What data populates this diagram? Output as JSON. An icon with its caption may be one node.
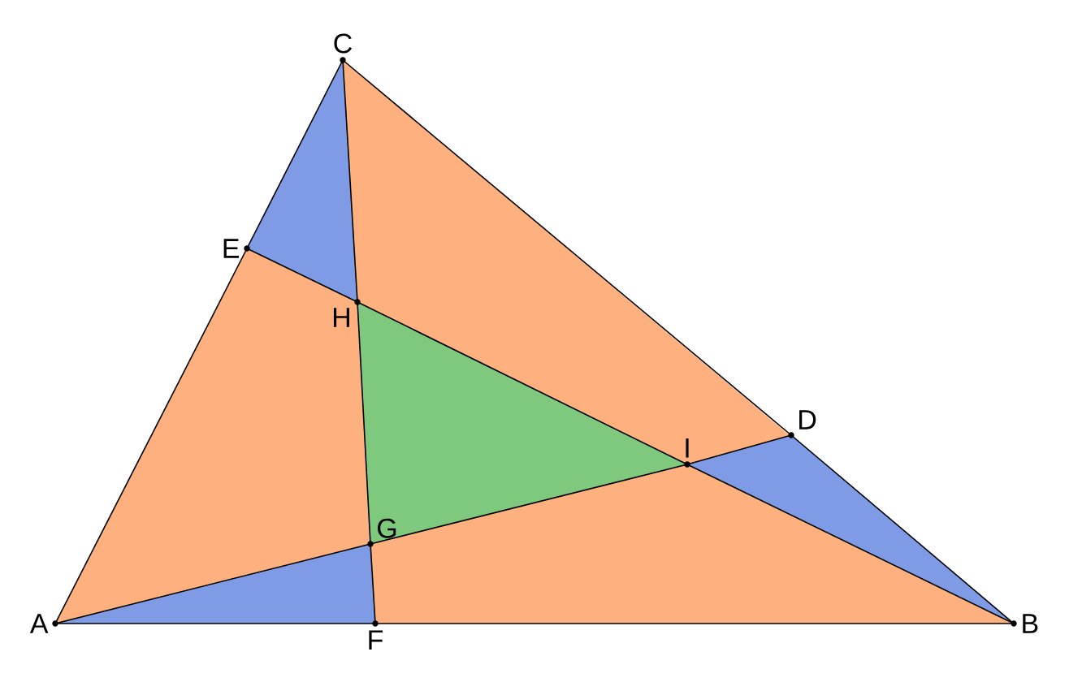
{
  "diagram": {
    "nodes": [
      {
        "text": [
          "A"
        ]
      },
      {
        "text": [
          "B"
        ]
      },
      {
        "text": [
          "C"
        ]
      },
      {
        "text": [
          "D"
        ]
      },
      {
        "text": [
          "E"
        ]
      },
      {
        "text": [
          "F"
        ]
      },
      {
        "text": [
          "G"
        ]
      },
      {
        "text": [
          "H"
        ]
      },
      {
        "text": [
          "I"
        ]
      }
    ],
    "edges": [
      {
        "from": 0,
        "to": 5,
        "arrow": "none"
      },
      {
        "from": 5,
        "to": 1,
        "arrow": "none"
      },
      {
        "from": 1,
        "to": 3,
        "arrow": "none"
      },
      {
        "from": 3,
        "to": 2,
        "arrow": "none"
      },
      {
        "from": 2,
        "to": 4,
        "arrow": "none"
      },
      {
        "from": 4,
        "to": 0,
        "arrow": "none"
      },
      {
        "from": 0,
        "to": 6,
        "arrow": "none"
      },
      {
        "from": 6,
        "to": 8,
        "arrow": "none"
      },
      {
        "from": 8,
        "to": 3,
        "arrow": "none"
      },
      {
        "from": 2,
        "to": 7,
        "arrow": "none"
      },
      {
        "from": 7,
        "to": 6,
        "arrow": "none"
      },
      {
        "from": 6,
        "to": 5,
        "arrow": "none"
      },
      {
        "from": 1,
        "to": 8,
        "arrow": "none"
      },
      {
        "from": 8,
        "to": 7,
        "arrow": "none"
      },
      {
        "from": 7,
        "to": 4,
        "arrow": "none"
      }
    ]
  }
}
